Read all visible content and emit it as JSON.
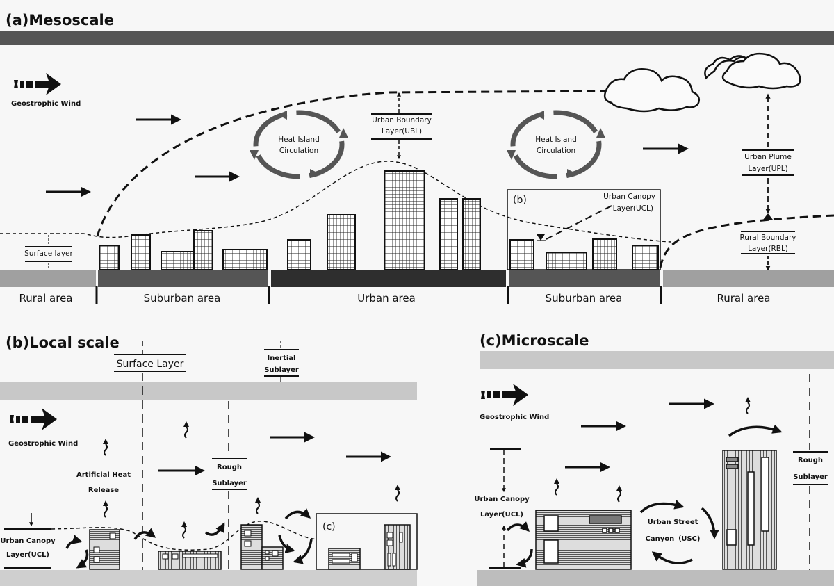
{
  "panels": {
    "a": {
      "title": "(a)Mesoscale",
      "wind_legend": "Geostrophic Wind",
      "heat_island_1": [
        "Heat Island",
        "Circulation"
      ],
      "heat_island_2": [
        "Heat Island",
        "Circulation"
      ],
      "ubl": [
        "Urban Boundary",
        "Layer(UBL)"
      ],
      "upl": [
        "Urban Plume",
        "Layer(UPL)"
      ],
      "rbl": [
        "Rural Boundary",
        "Layer(RBL)"
      ],
      "ucl": [
        "Urban Canopy",
        "Layer(UCL)"
      ],
      "surface_layer": "Surface layer",
      "inset_label": "(b)",
      "areas": [
        "Rural area",
        "Suburban area",
        "Urban area",
        "Suburban area",
        "Rural area"
      ]
    },
    "b": {
      "title": "(b)Local scale",
      "wind_legend": "Geostrophic Wind",
      "surface_layer": "Surface Layer",
      "inertial_sublayer": [
        "Inertial",
        "Sublayer"
      ],
      "rough_sublayer": [
        "Rough",
        "Sublayer"
      ],
      "artificial_heat": [
        "Artificial Heat",
        "Release"
      ],
      "ucl": [
        "Urban Canopy",
        "Layer(UCL)"
      ],
      "inset_label": "(c)"
    },
    "c": {
      "title": "(c)Microscale",
      "wind_legend": "Geostrophic Wind",
      "ucl": [
        "Urban Canopy",
        "Layer(UCL)"
      ],
      "usc": [
        "Urban Street",
        "Canyon（USC)"
      ],
      "rough_sublayer": [
        "Rough",
        "Sublayer"
      ]
    }
  },
  "colors": {
    "top_band": "#555555",
    "rural_ground": "#a0a0a0",
    "suburban_ground": "#555555",
    "urban_ground": "#2e2e2e",
    "light_band": "#c8c8c8",
    "circulation": "#555555"
  }
}
